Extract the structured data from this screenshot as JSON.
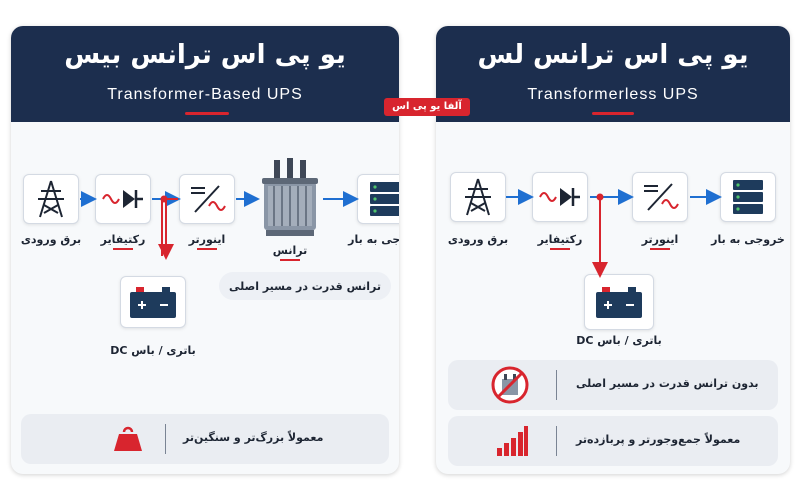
{
  "brand": "آلفا یو پی اس",
  "left": {
    "title": "یو پی اس ترانس بیس",
    "subtitle": "Transformer-Based UPS",
    "labels": {
      "input": "برق ورودی",
      "rectifier": "رکتیفایر",
      "inverter": "اینورتر",
      "transformer": "ترانس",
      "output": "خروجی به بار",
      "battery": "باتری / باس DC"
    },
    "pill": "ترانس قدرت در مسیر اصلی",
    "note": "معمولاً بزرگ‌تر و سنگین‌تر"
  },
  "right": {
    "title": "یو پی اس ترانس لس",
    "subtitle": "Transformerless UPS",
    "labels": {
      "input": "برق ورودی",
      "rectifier": "رکتیفایر",
      "inverter": "اینورتر",
      "output": "خروجی به بار",
      "battery": "باتری / باس DC"
    },
    "note1": "بدون ترانس قدرت در مسیر اصلی",
    "note2": "معمولاً جمع‌وجورتر و پربازده‌تر"
  },
  "colors": {
    "navy": "#1c2e4e",
    "red": "#d8252e",
    "blue": "#1f6fd1"
  }
}
